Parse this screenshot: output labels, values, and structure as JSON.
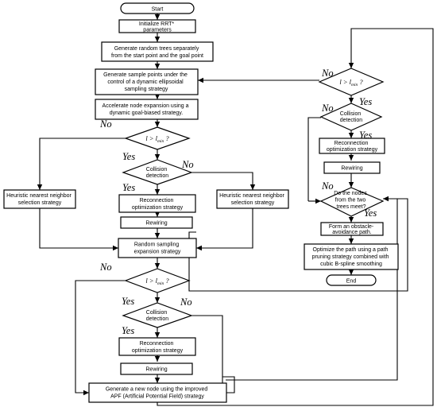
{
  "flowchart": {
    "nodes": {
      "start": "Start",
      "init": [
        "Initialize RRT*",
        "parameters"
      ],
      "gen_trees": [
        "Generate random trees separately",
        "from the start point and the goal point"
      ],
      "gen_samples": [
        "Generate sample points under the",
        "control of a dynamic ellipsoidal",
        "sampling strategy"
      ],
      "accelerate": [
        "Accelerate node expansion using a",
        "dynamic goal-biased strategy."
      ],
      "collision1": [
        "Collision",
        "detection"
      ],
      "heuristic_left": [
        "Heuristic nearest neighbor",
        "selection strategy"
      ],
      "heuristic_right": [
        "Heuristic nearest neighbor",
        "selection strategy"
      ],
      "reconn1": [
        "Reconnection",
        "optimization strategy"
      ],
      "rewire1": "Rewiring",
      "random_exp": [
        "Random sampling",
        "expansion strategy"
      ],
      "collision2": [
        "Collision",
        "detection"
      ],
      "reconn2": [
        "Reconnection",
        "optimization strategy"
      ],
      "rewire2": "Rewiring",
      "apf": [
        "Generate a new node using the improved",
        "APF (Artificial Potential Field) strategy"
      ],
      "collision3": [
        "Collision",
        "detection"
      ],
      "reconn3": [
        "Reconnection",
        "optimization strategy"
      ],
      "rewire3": "Rewiring",
      "meet": [
        "Do the nodes",
        "from the two",
        "trees meet?"
      ],
      "obstacle_path": [
        "Form an obstacle-",
        "avoidance path."
      ],
      "optimize": [
        "Optimize the path using a path",
        "pruning strategy combined with",
        "cubic B-spline smoothing"
      ],
      "end": "End"
    },
    "condition": {
      "main": "l > l",
      "subscript": "min",
      "tail": " ?"
    },
    "yes_label": "Yes",
    "no_label": "No"
  }
}
